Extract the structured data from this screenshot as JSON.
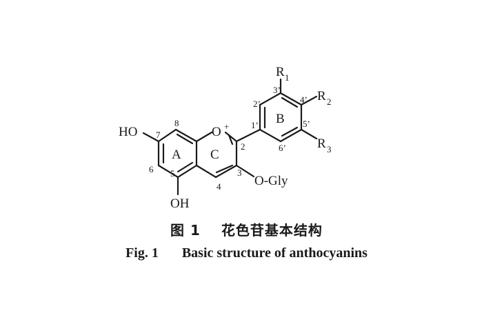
{
  "structure": {
    "substituents": {
      "r1": "R",
      "r1_sub": "1",
      "r2": "R",
      "r2_sub": "2",
      "r3": "R",
      "r3_sub": "3",
      "ho7": "HO",
      "oh5": "OH",
      "ogly": "O-Gly",
      "oplus": "O",
      "plus": "+"
    },
    "ring_labels": {
      "a": "A",
      "b": "B",
      "c": "C"
    },
    "positions": {
      "p8": "8",
      "p7": "7",
      "p6": "6",
      "p5": "5",
      "p4": "4",
      "p3": "3",
      "p2": "2",
      "p1p": "1’",
      "p2p": "2’",
      "p3p": "3’",
      "p4p": "4’",
      "p5p": "5’",
      "p6p": "6’"
    }
  },
  "caption": {
    "cn_label": "图 1",
    "cn_title": "花色苷基本结构",
    "en_label": "Fig. 1",
    "en_title": "Basic structure of anthocyanins"
  }
}
